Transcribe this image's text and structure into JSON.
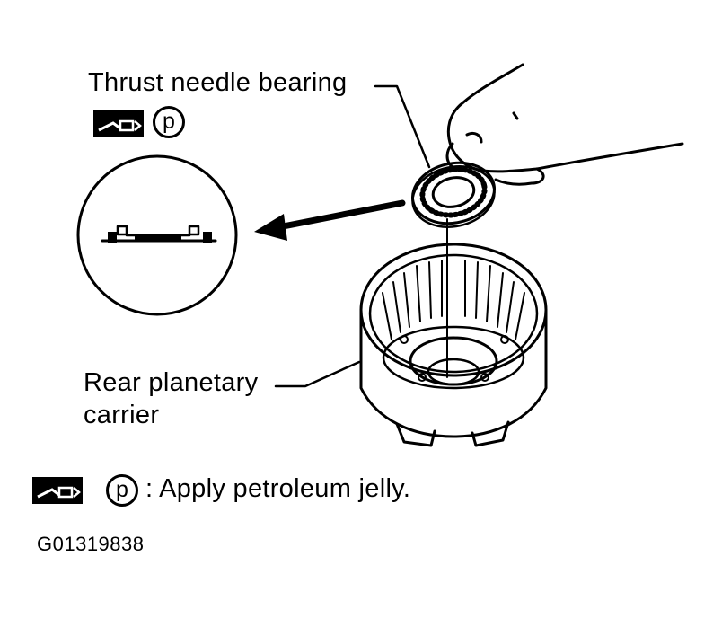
{
  "labels": {
    "thrust_needle_bearing": "Thrust needle bearing",
    "rear_planetary_line1": "Rear planetary",
    "rear_planetary_line2": "carrier",
    "legend_text": ": Apply petroleum jelly.",
    "figure_code": "G01319838"
  },
  "symbols": {
    "petroleum_letter": "p",
    "jelly_icon": "petroleum-jelly-applicator-icon"
  },
  "colors": {
    "ink": "#000000",
    "paper": "#ffffff"
  }
}
